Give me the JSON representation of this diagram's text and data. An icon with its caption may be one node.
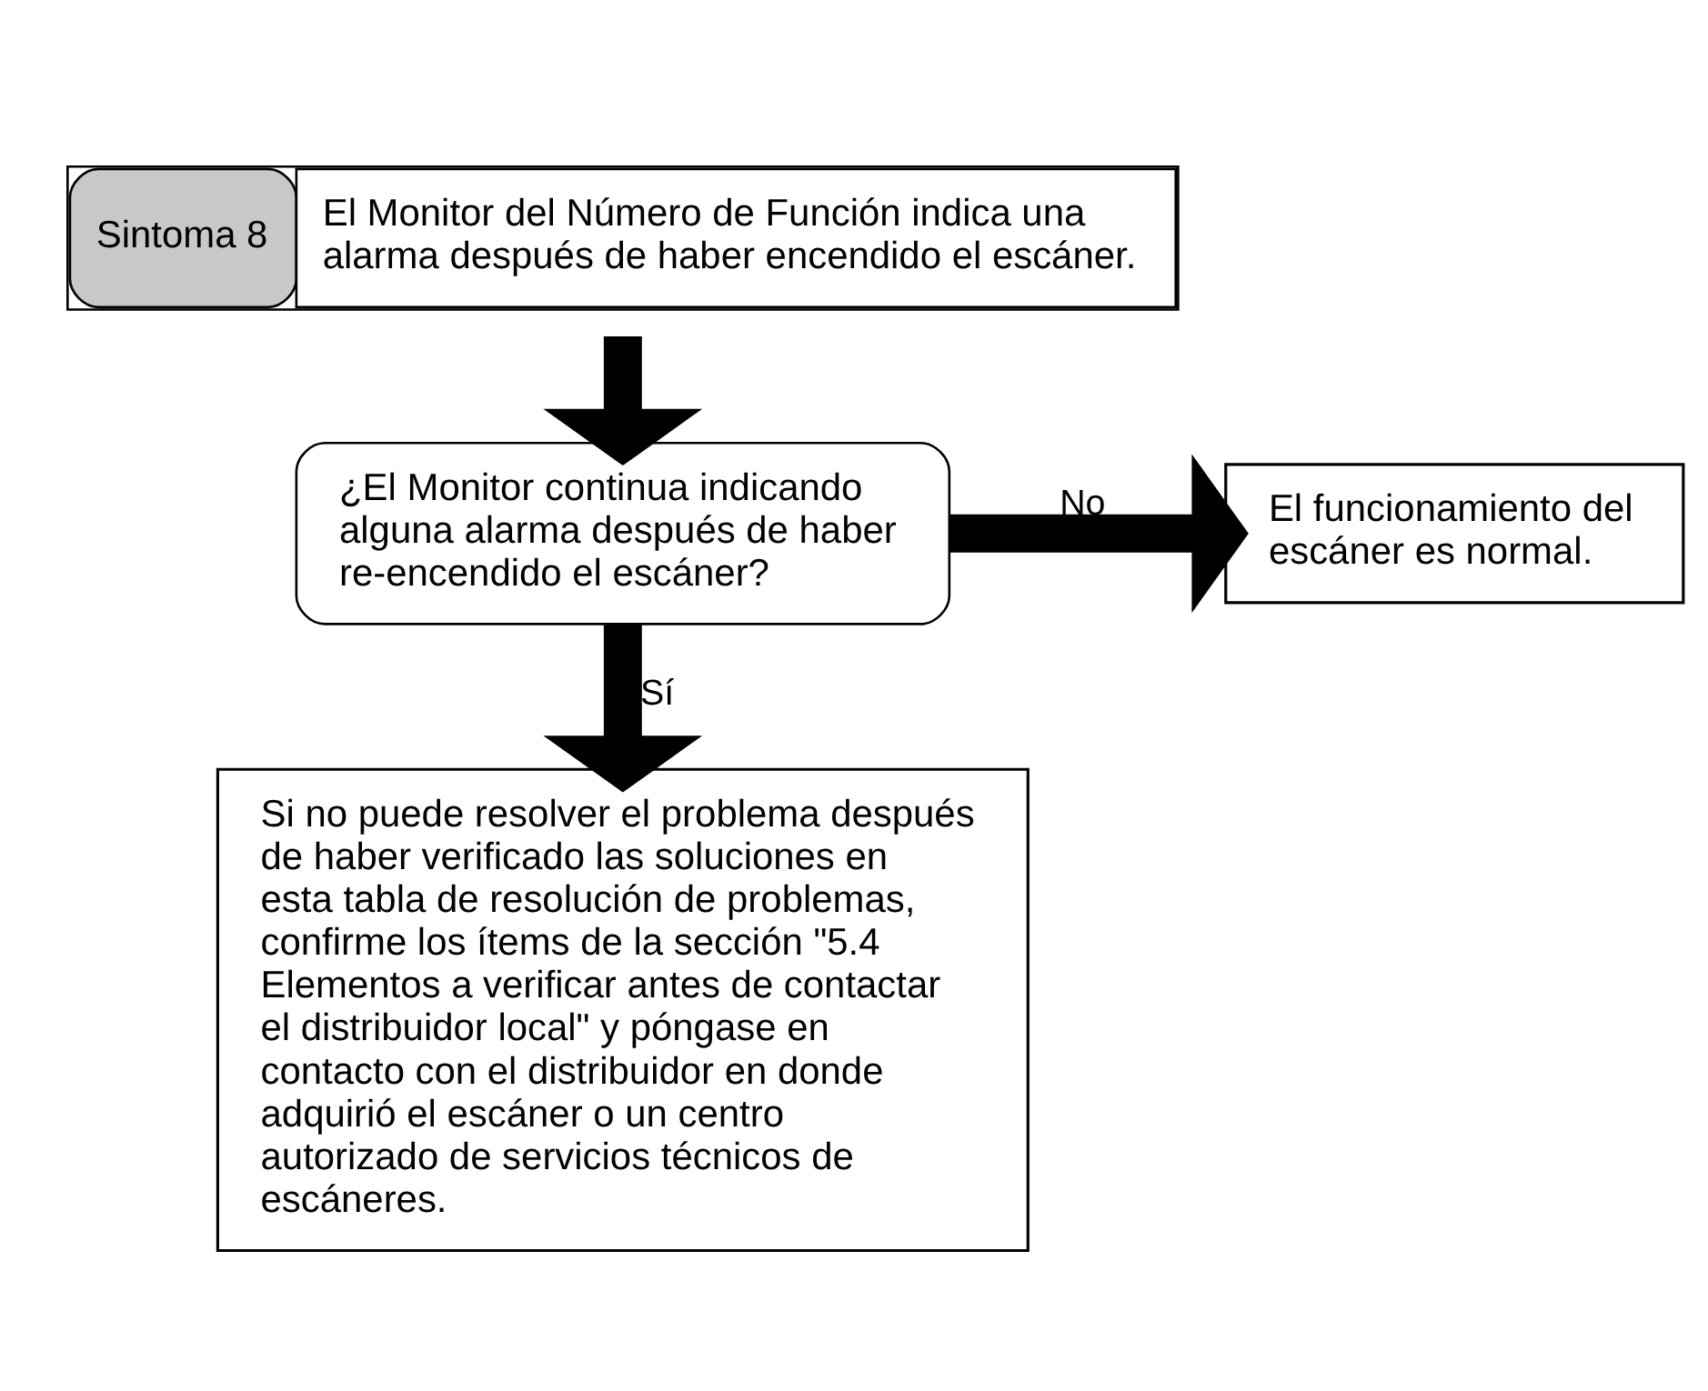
{
  "diagram": {
    "nodes": [
      {
        "text": [
          "Sintoma 8",
          "El Monitor del Número de Función indica una alarma después de haber encendido el escáner."
        ]
      },
      {
        "text": [
          "¿El Monitor continua indicando alguna alarma después de haber re-encendido el escáner?"
        ]
      },
      {
        "text": [
          "El funcionamiento del escáner es normal."
        ]
      },
      {
        "text": [
          "Si no puede resolver el problema después de haber verificado las soluciones en esta tabla de resolución de problemas, confirme los ítems de la sección \"5.4 Elementos a verificar antes de contactar el distribuidor local\" y póngase en contacto con el distribuidor en donde adquirió el escáner o un centro autorizado de servicios técnicos de escáneres."
        ]
      }
    ],
    "edges": [
      {
        "from": 0,
        "to": 1,
        "arrow": "to"
      },
      {
        "from": 1,
        "to": 2,
        "arrow": "to",
        "label": "No"
      },
      {
        "from": 1,
        "to": 3,
        "arrow": "to",
        "label": "Sí"
      }
    ]
  }
}
